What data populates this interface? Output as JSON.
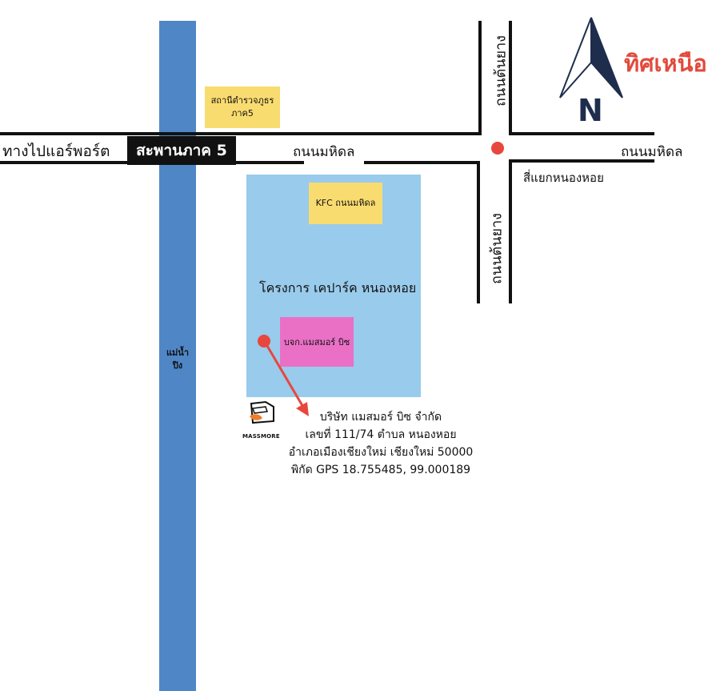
{
  "map": {
    "roads": {
      "airport_road": "ทางไปแอร์พอร์ต",
      "bridge": "สะพานภาค 5",
      "mahidol_west": "ถนนมหิดล",
      "mahidol_east": "ถนนมหิดล",
      "ton_yang_north": "ถนนต้นยาง",
      "ton_yang_south": "ถนนต้นยาง"
    },
    "intersection": "สี่แยกหนองหอย",
    "river": [
      "แม่น้ำ",
      "ปิง"
    ],
    "landmarks": {
      "police_station": [
        "สถานีตำรวจภูธร",
        "ภาค5"
      ],
      "kfc": "KFC ถนนมหิดล",
      "project": "โครงการ เคปาร์ค หนองหอย",
      "office": "บจก.แมสมอร์ บิซ"
    },
    "logo": {
      "name": "MASSMORE"
    },
    "address": [
      "บริษัท แมสมอร์ บิซ จำกัด",
      "เลขที่ 111/74 ตำบล หนองหอย",
      "อำเภอเมืองเชียงใหม่ เชียงใหม่ 50000",
      "พิกัด GPS 18.755485, 99.000189"
    ],
    "north": {
      "label": "ทิศเหนือ",
      "letter": "N"
    },
    "colors": {
      "river": "#4f86c6",
      "block": "#99cbec",
      "sticky_note": "#f9dc70",
      "office": "#ea70c6",
      "marker": "#e8473d",
      "north_text": "#e24a3c",
      "compass": "#1f2d4d"
    }
  }
}
